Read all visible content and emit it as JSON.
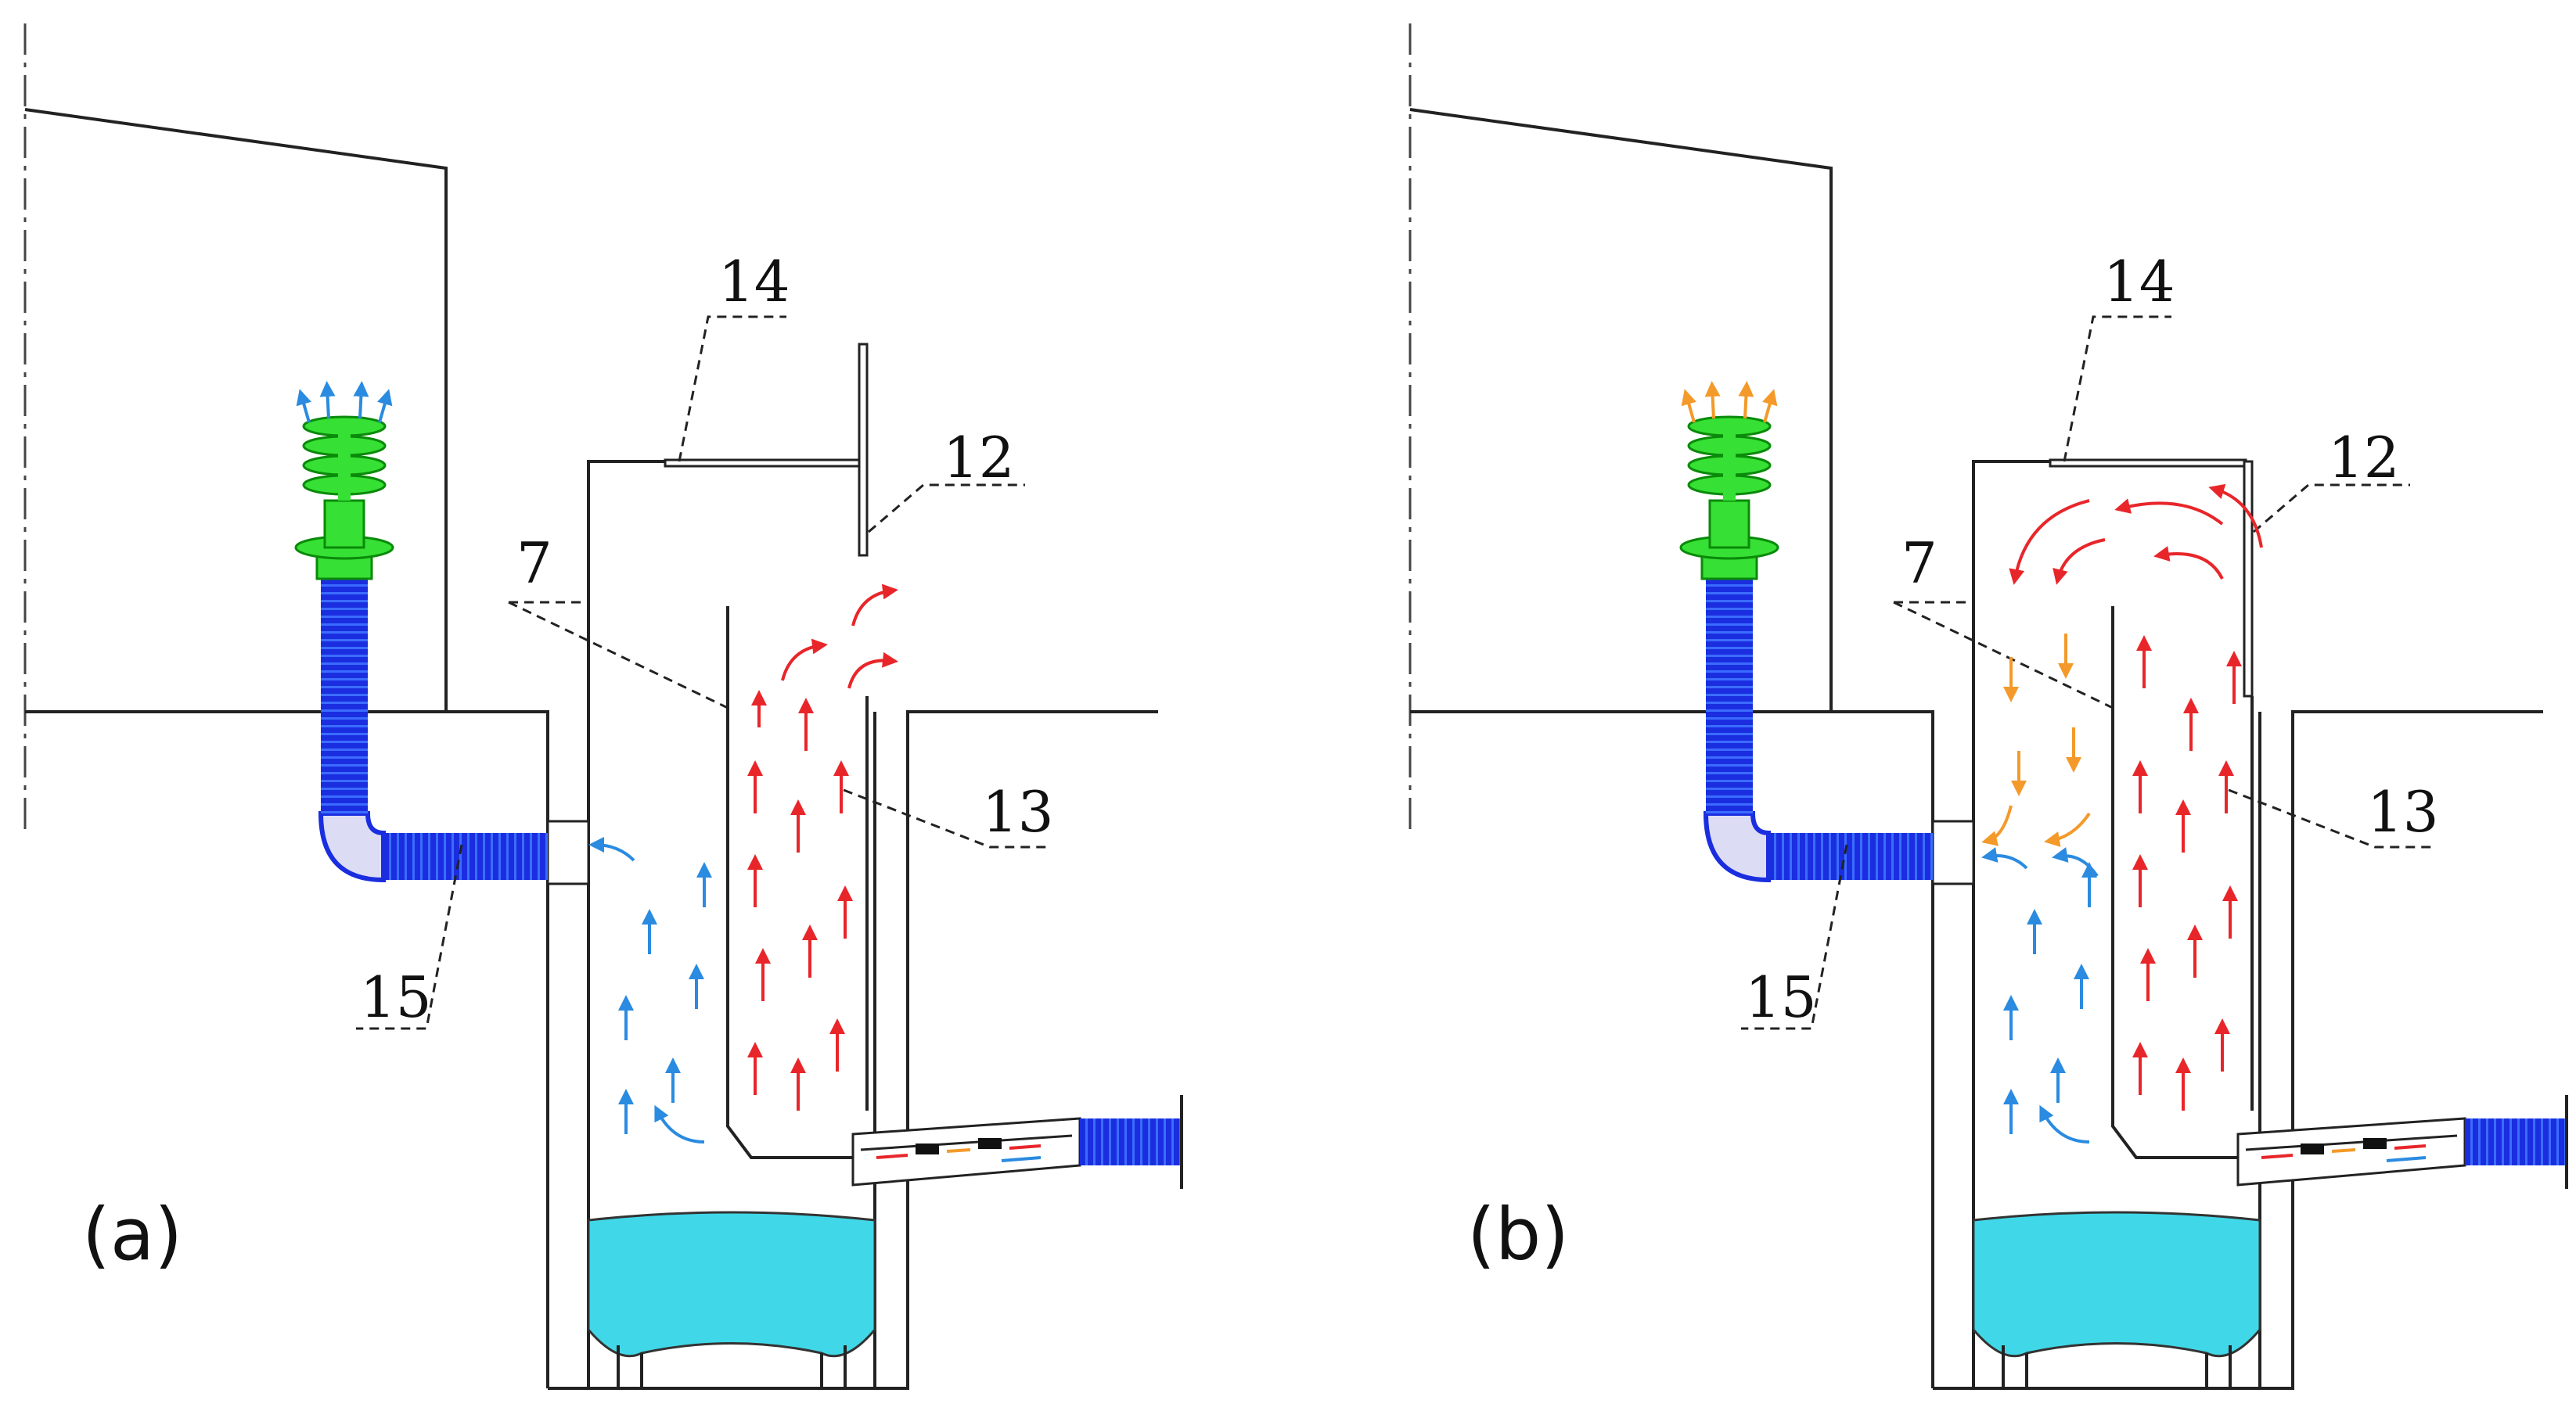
{
  "panels": [
    {
      "caption": "(a)",
      "labels": {
        "l14": "14",
        "l12": "12",
        "l7": "7",
        "l13": "13",
        "l15": "15"
      },
      "outlet_flow_color": "#2a8be0"
    },
    {
      "caption": "(b)",
      "labels": {
        "l14": "14",
        "l12": "12",
        "l7": "7",
        "l13": "13",
        "l15": "15"
      },
      "outlet_flow_color": "#f39a2a"
    }
  ],
  "colors": {
    "cold_air": "#2a8be0",
    "hot_air": "#e8262a",
    "mixed_air": "#f39a2a",
    "water": "#40d8e8",
    "duct": "#1a2ee0",
    "vent_cap": "#36e034"
  },
  "icons": [
    "vent-cap-icon",
    "corrugated-duct-icon",
    "elbow-icon",
    "water-tank-icon",
    "heat-exchanger-icon"
  ]
}
